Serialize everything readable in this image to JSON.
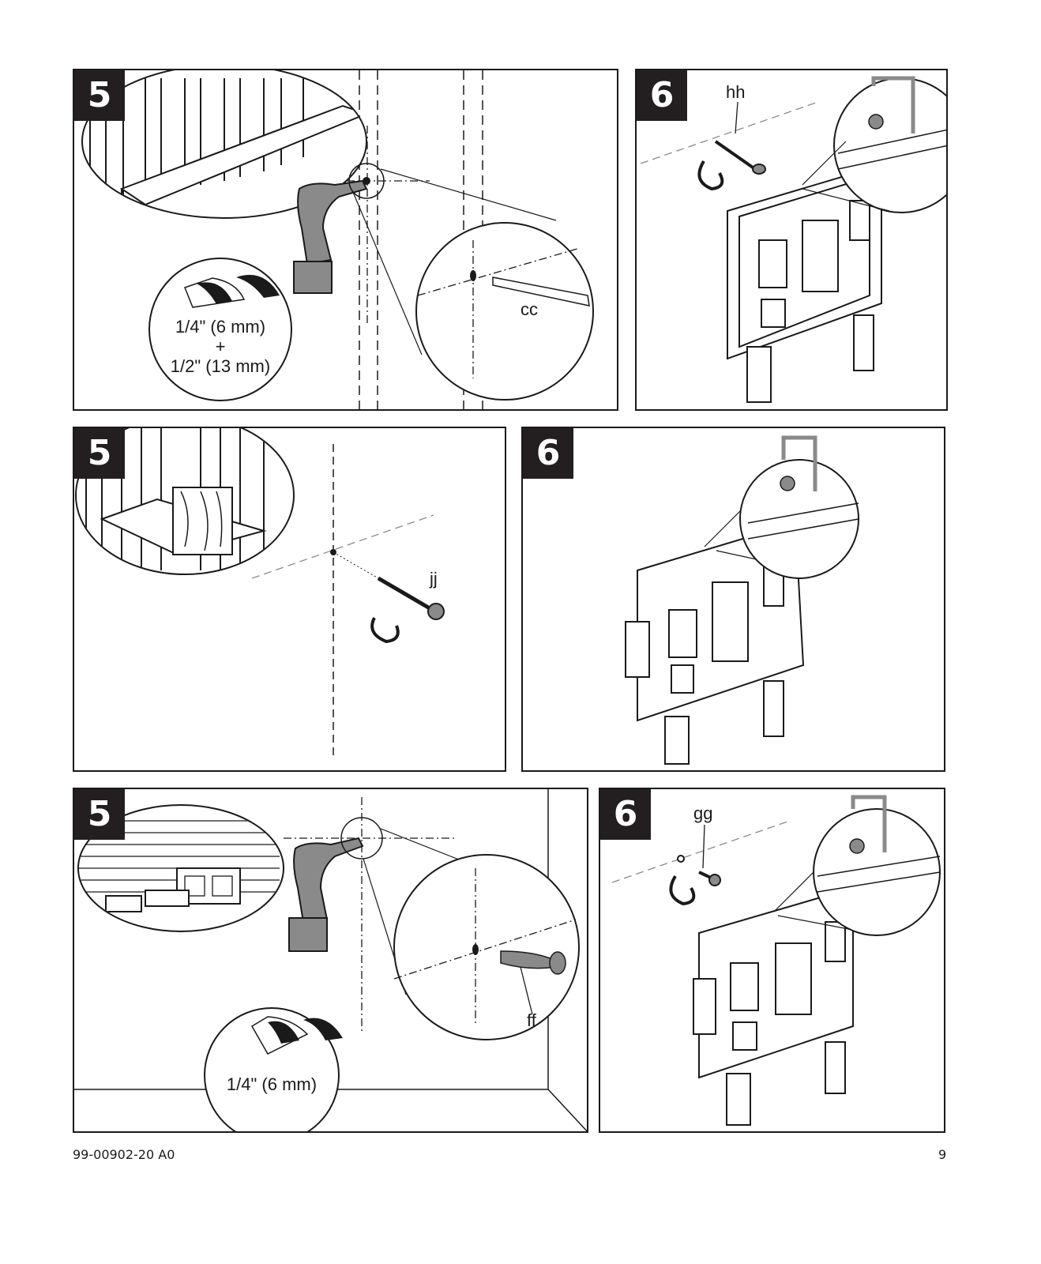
{
  "panels": {
    "p1": {
      "step": "5",
      "bit_line1": "1/4\" (6 mm)",
      "bit_plus": "+",
      "bit_line2": "1/2\" (13 mm)",
      "part": "cc"
    },
    "p2": {
      "step": "6",
      "part": "hh"
    },
    "p3": {
      "step": "5",
      "part": "jj"
    },
    "p4": {
      "step": "6"
    },
    "p5": {
      "step": "5",
      "bit_line1": "1/4\" (6 mm)",
      "part": "ff"
    },
    "p6": {
      "step": "6",
      "part": "gg"
    }
  },
  "footer": {
    "doc_number": "99-00902-20 A0",
    "page_number": "9"
  },
  "colors": {
    "ink": "#1a1a1a",
    "step_badge": "#231f20",
    "tool_gray": "#8a8a8a"
  },
  "icons": [
    "drill-icon",
    "screw-icon",
    "rotate-arrow-icon",
    "wall-plate-icon",
    "anchor-icon",
    "drill-bit-icon"
  ]
}
